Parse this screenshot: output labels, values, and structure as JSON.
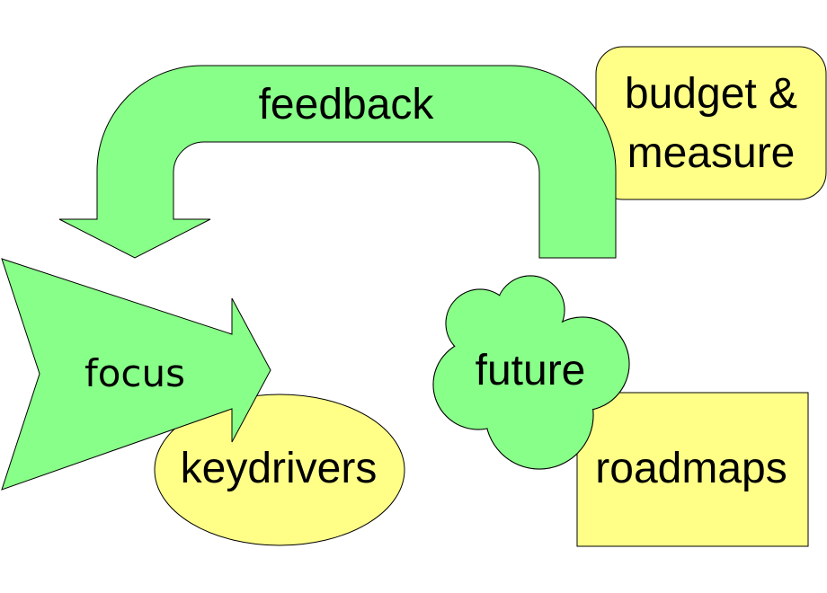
{
  "labels": {
    "feedback": "feedback",
    "budget_line1": "budget &",
    "budget_line2": "measure",
    "focus": "focus",
    "keydrivers": "keydrivers",
    "future": "future",
    "roadmaps": "roadmaps"
  },
  "colors": {
    "green_shape": "#88ff88",
    "yellow_shape": "#ffff88",
    "outline": "#000000"
  }
}
